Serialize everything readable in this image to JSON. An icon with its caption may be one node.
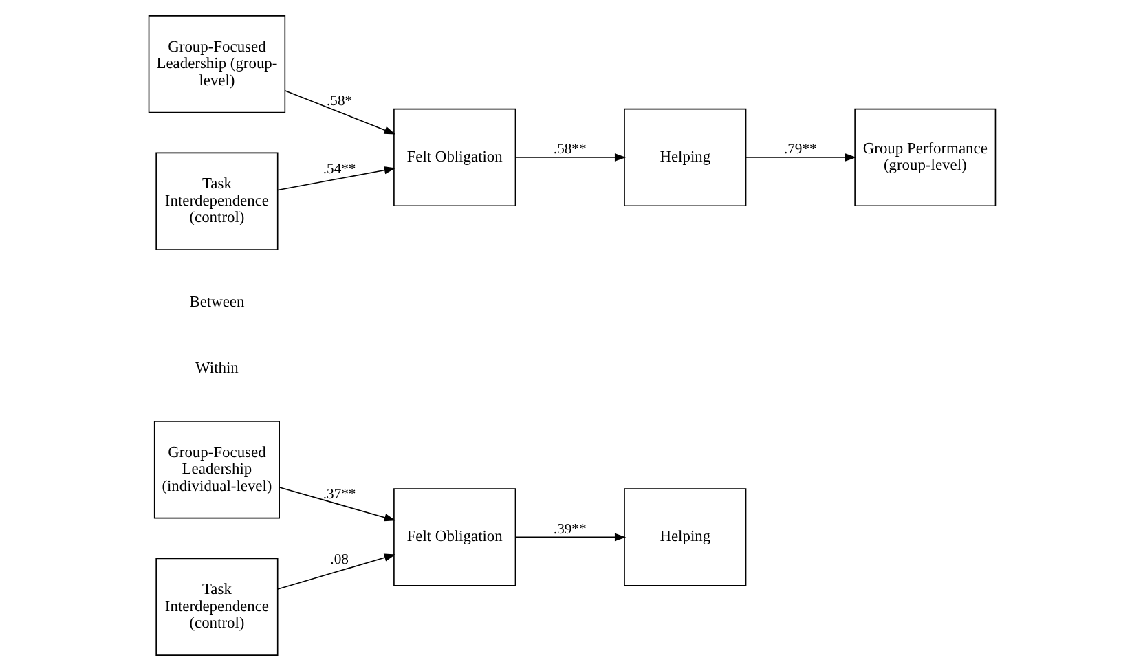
{
  "diagram": {
    "nodes": [
      {
        "text": [
          "Group-Focused Leadership (group-level)"
        ]
      },
      {
        "text": [
          "Task Interdependence (control)"
        ]
      },
      {
        "text": [
          "Felt Obligation"
        ]
      },
      {
        "text": [
          "Helping"
        ]
      },
      {
        "text": [
          "Group Performance (group-level)"
        ]
      },
      {
        "text": [
          "Group-Focused Leadership (individual-level)"
        ]
      },
      {
        "text": [
          "Task Interdependence (control)"
        ]
      },
      {
        "text": [
          "Felt Obligation"
        ]
      },
      {
        "text": [
          "Helping"
        ]
      }
    ],
    "edges": [
      {
        "from": 0,
        "to": 2,
        "arrow": "to",
        "label": ".58*"
      },
      {
        "from": 1,
        "to": 2,
        "arrow": "to",
        "label": ".54**"
      },
      {
        "from": 2,
        "to": 3,
        "arrow": "to",
        "label": ".58**"
      },
      {
        "from": 3,
        "to": 4,
        "arrow": "to",
        "label": ".79**"
      },
      {
        "from": 5,
        "to": 7,
        "arrow": "to",
        "label": ".37**"
      },
      {
        "from": 6,
        "to": 7,
        "arrow": "to",
        "label": ".08"
      },
      {
        "from": 7,
        "to": 8,
        "arrow": "to",
        "label": ".39**"
      }
    ],
    "labels": [
      "Between",
      "Within"
    ]
  }
}
